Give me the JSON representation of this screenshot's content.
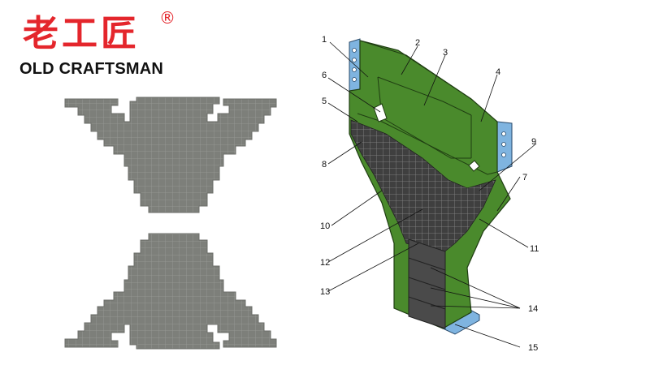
{
  "logo": {
    "chinese": "老工匠",
    "registered": "®",
    "english": "OLD CRAFTSMAN"
  },
  "colors": {
    "brand_red": "#e4262c",
    "plate_green": "#4a8a2c",
    "edge_blue": "#7fb4e0",
    "tile_dark": "#3f3f3f",
    "tile_gray": "#7d7f7a"
  },
  "callouts": [
    "1",
    "2",
    "3",
    "4",
    "5",
    "6",
    "7",
    "8",
    "9",
    "10",
    "11",
    "12",
    "13",
    "14",
    "15"
  ]
}
